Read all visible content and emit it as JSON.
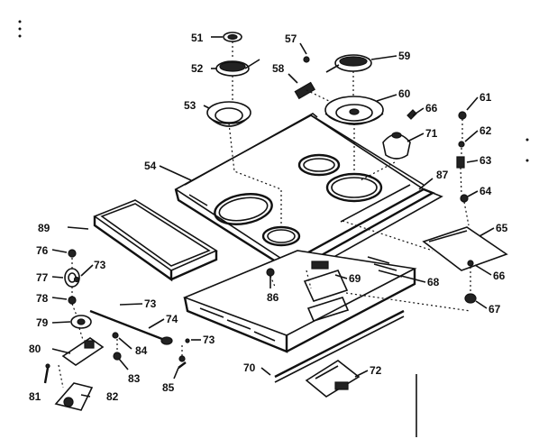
{
  "labels": {
    "p51": "51",
    "p52": "52",
    "p53": "53",
    "p54": "54",
    "p57": "57",
    "p58": "58",
    "p59": "59",
    "p60": "60",
    "p61": "61",
    "p62": "62",
    "p63": "63",
    "p64": "64",
    "p65": "65",
    "p66a": "66",
    "p66b": "66",
    "p67": "67",
    "p68": "68",
    "p69": "69",
    "p70": "70",
    "p71": "71",
    "p72": "72",
    "p73a": "73",
    "p73b": "73",
    "p73c": "73",
    "p74": "74",
    "p76": "76",
    "p77": "77",
    "p78": "78",
    "p79": "79",
    "p80": "80",
    "p81": "81",
    "p82": "82",
    "p83": "83",
    "p84": "84",
    "p85": "85",
    "p86": "86",
    "p87": "87",
    "p89": "89"
  }
}
